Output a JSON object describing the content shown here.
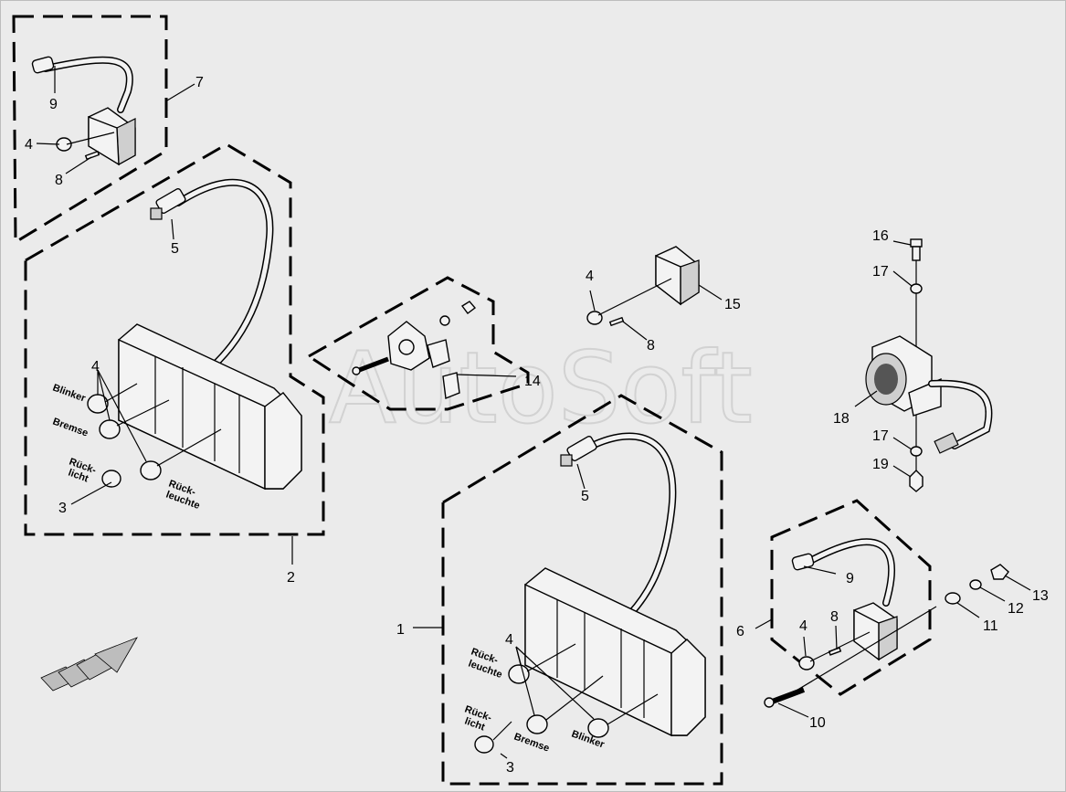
{
  "watermark": "AutoSoft",
  "callouts": {
    "n1": "1",
    "n2": "2",
    "n3a": "3",
    "n3b": "3",
    "n4a": "4",
    "n4b": "4",
    "n4c": "4",
    "n4d": "4",
    "n4e": "4",
    "n5a": "5",
    "n5b": "5",
    "n6": "6",
    "n7": "7",
    "n8a": "8",
    "n8b": "8",
    "n8c": "8",
    "n9a": "9",
    "n9b": "9",
    "n10": "10",
    "n11": "11",
    "n12": "12",
    "n13": "13",
    "n14": "14",
    "n15": "15",
    "n16": "16",
    "n17a": "17",
    "n17b": "17",
    "n18": "18",
    "n19": "19"
  },
  "labels": {
    "left_blinker": "Blinker",
    "left_bremse": "Bremse",
    "left_rueck1": "Rück-",
    "left_rueck2": "licht",
    "left_rleucht1": "Rück-",
    "left_rleucht2": "leuchte",
    "right_rleucht1": "Rück-",
    "right_rleucht2": "leuchte",
    "right_rueck1": "Rück-",
    "right_rueck2": "licht",
    "right_bremse": "Bremse",
    "right_blinker": "Blinker"
  },
  "icons": {
    "direction": "direction-arrow-icon"
  }
}
